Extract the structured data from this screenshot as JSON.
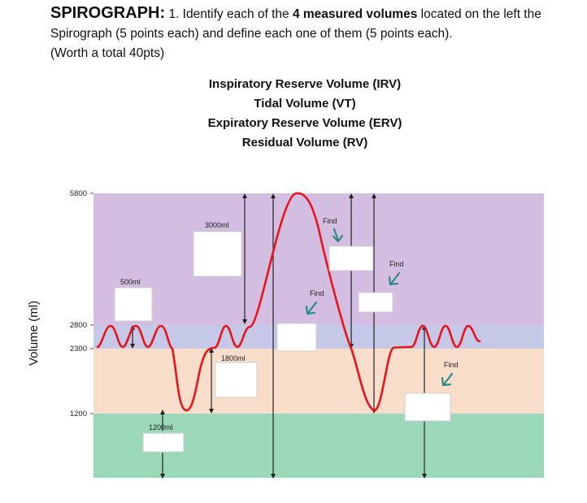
{
  "header": {
    "title": "SPIROGRAPH:",
    "q_num": "1. Identify each of the",
    "bold_part": "4 measured volumes",
    "after_bold": "located on the left the Spirograph (5 points each) and define each one of them (5 points each).",
    "worth": "(Worth a total 40pts)"
  },
  "volume_list": [
    "Inspiratory Reserve Volume (IRV)",
    "Tidal Volume (VT)",
    "Expiratory Reserve Volume (ERV)",
    "Residual Volume (RV)"
  ],
  "diagram": {
    "y_axis_label": "Volume (ml)",
    "ticks": [
      "5800",
      "2800",
      "2300",
      "1200"
    ],
    "labels": {
      "ml_3000": "3000ml",
      "ml_500": "500ml",
      "ml_1800": "1800ml",
      "ml_1200": "1200ml"
    },
    "find_label": "Find",
    "colors": {
      "irv_zone": "#d3bde0",
      "tidal_zone": "#c5c8e6",
      "erv_zone": "#f9ddcb",
      "rv_zone": "#9bd7b9",
      "trace": "#e8141c",
      "arrow": "#2d8a80"
    }
  }
}
